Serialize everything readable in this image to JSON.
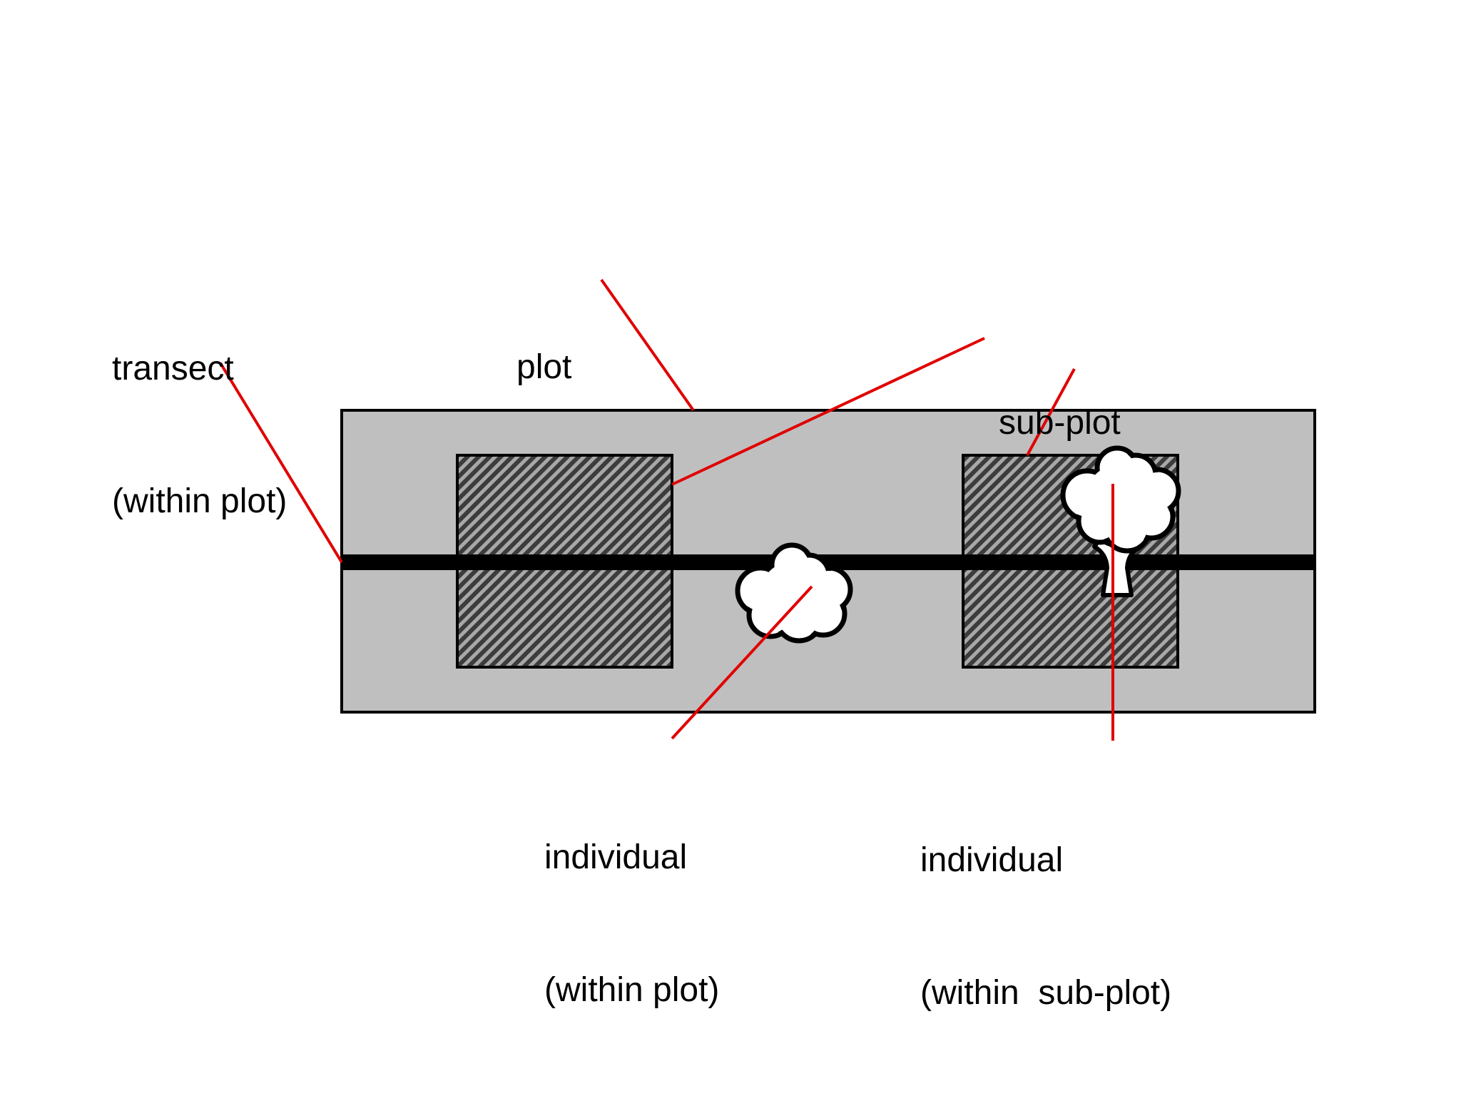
{
  "diagram": {
    "labels": {
      "transect": [
        "transect",
        "(within plot)"
      ],
      "plot": [
        "plot"
      ],
      "sub_plot": [
        "sub-plot"
      ],
      "individual_plot": [
        "individual",
        "(within plot)"
      ],
      "individual_subplot": [
        "individual",
        "(within  sub-plot)"
      ]
    },
    "colors": {
      "background": "#ffffff",
      "plot_fill": "#c0bfc0",
      "outline": "#000000",
      "hatch_dark": "#3c3c3c",
      "hatch_light": "#a8a8a8",
      "leader_line": "#e00000",
      "tree_fill": "#ffffff"
    },
    "icons": [
      "tree-icon",
      "tree-icon"
    ]
  }
}
